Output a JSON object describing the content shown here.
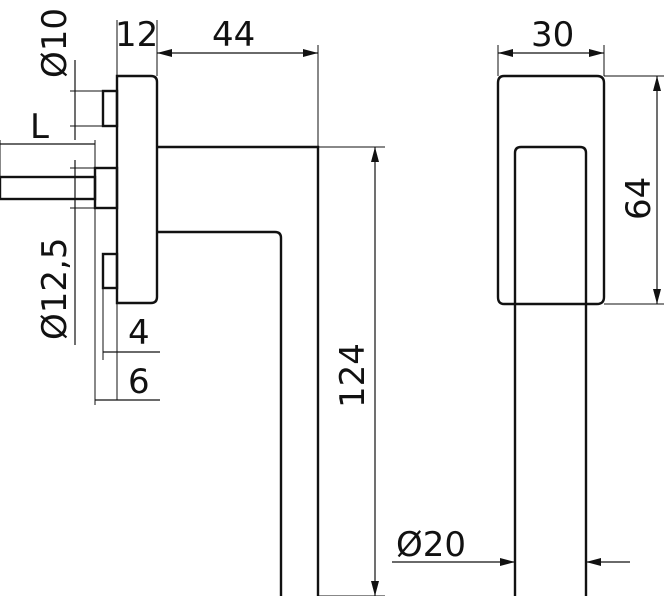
{
  "drawing": {
    "line_color": "#111111",
    "background": "#ffffff",
    "side_view": {
      "dim_rose_thickness": "12",
      "dim_handle_reach": "44",
      "dim_total_length": "124",
      "dim_cap_diameter": "Ø10",
      "dim_spindle_length": "L",
      "dim_boss_diameter": "Ø12,5",
      "dim_pin_4": "4",
      "dim_pin_6": "6",
      "dim_grip_diameter": "Ø20"
    },
    "front_view": {
      "dim_rose_width": "30",
      "dim_rose_height": "64"
    }
  }
}
